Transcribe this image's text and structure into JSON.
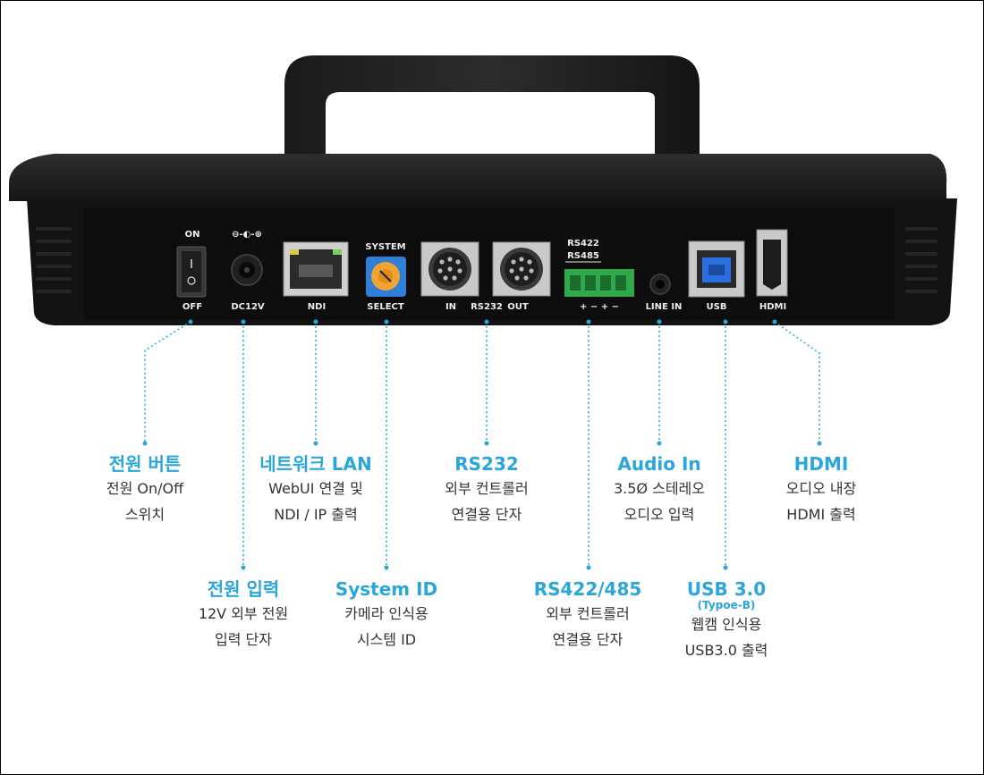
{
  "device": {
    "labels": {
      "on": "ON",
      "off": "OFF",
      "dc_symbol": "⊖-◐-⊕",
      "dc12v": "DC12V",
      "ndi": "NDI",
      "system": "SYSTEM",
      "select": "SELECT",
      "in": "IN",
      "rs232": "RS232",
      "out": "OUT",
      "rs422": "RS422",
      "rs485": "RS485",
      "terminal_polarity": "+   −   +   −",
      "line_in": "LINE   IN",
      "usb": "USB",
      "hdmi": "HDMI"
    },
    "colors": {
      "body": "#161616",
      "panel": "#0f0f0f",
      "callout_blue": "#2aa6db",
      "terminal_green": "#2eaa4a",
      "usb_blue": "#2a6fe0"
    }
  },
  "callouts": {
    "power_button": {
      "title": "전원 버튼",
      "lines": [
        "전원 On/Off",
        "스위치"
      ]
    },
    "lan": {
      "title": "네트워크 LAN",
      "lines": [
        "WebUI 연결 및",
        "NDI / IP 출력"
      ]
    },
    "rs232": {
      "title": "RS232",
      "lines": [
        "외부 컨트롤러",
        "연결용 단자"
      ]
    },
    "audio_in": {
      "title": "Audio In",
      "lines": [
        "3.5Ø 스테레오",
        "오디오 입력"
      ]
    },
    "hdmi": {
      "title": "HDMI",
      "lines": [
        "오디오 내장",
        "HDMI 출력"
      ]
    },
    "power_input": {
      "title": "전원 입력",
      "lines": [
        "12V 외부 전원",
        "입력 단자"
      ]
    },
    "system_id": {
      "title": "System ID",
      "lines": [
        "카메라 인식용",
        "시스템 ID"
      ]
    },
    "rs422_485": {
      "title": "RS422/485",
      "lines": [
        "외부 컨트롤러",
        "연결용 단자"
      ]
    },
    "usb3": {
      "title": "USB 3.0",
      "subtitle": "(Typoe-B)",
      "lines": [
        "웹캠 인식용",
        "USB3.0 출력"
      ]
    }
  }
}
